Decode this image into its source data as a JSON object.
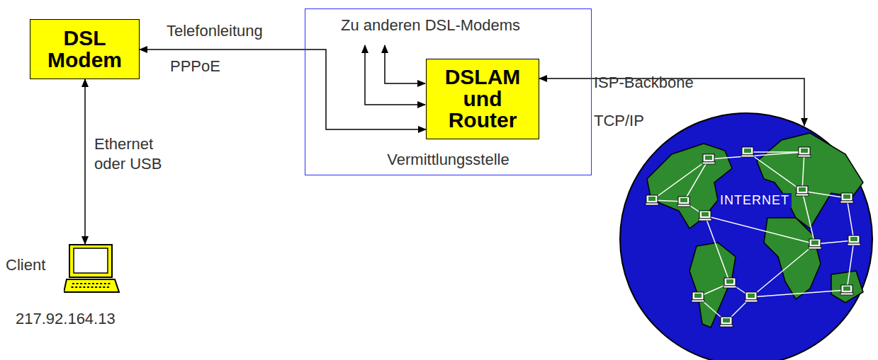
{
  "diagram": {
    "nodes": [
      {
        "text": [
          "DSL Modem"
        ]
      },
      {
        "text": [
          "Zu anderen DSL-Modems",
          "Vermittlungsstelle"
        ]
      },
      {
        "text": [
          "DSLAM und Router"
        ],
        "in": 1
      },
      {
        "text": [
          "Client",
          "217.92.164.13"
        ]
      },
      {
        "text": [
          "INTERNET"
        ]
      }
    ],
    "edges": [
      {
        "from": 2,
        "to": 0,
        "label": "Telefonleitung",
        "arrow": "both"
      },
      {
        "from": 0,
        "to": 3,
        "label": "Ethernet oder USB",
        "arrow": "both"
      },
      {
        "from": 2,
        "to": 4,
        "label": "ISP-Backbone",
        "arrow": "both"
      }
    ],
    "labels": [
      "PPPoE",
      "TCP/IP"
    ]
  }
}
